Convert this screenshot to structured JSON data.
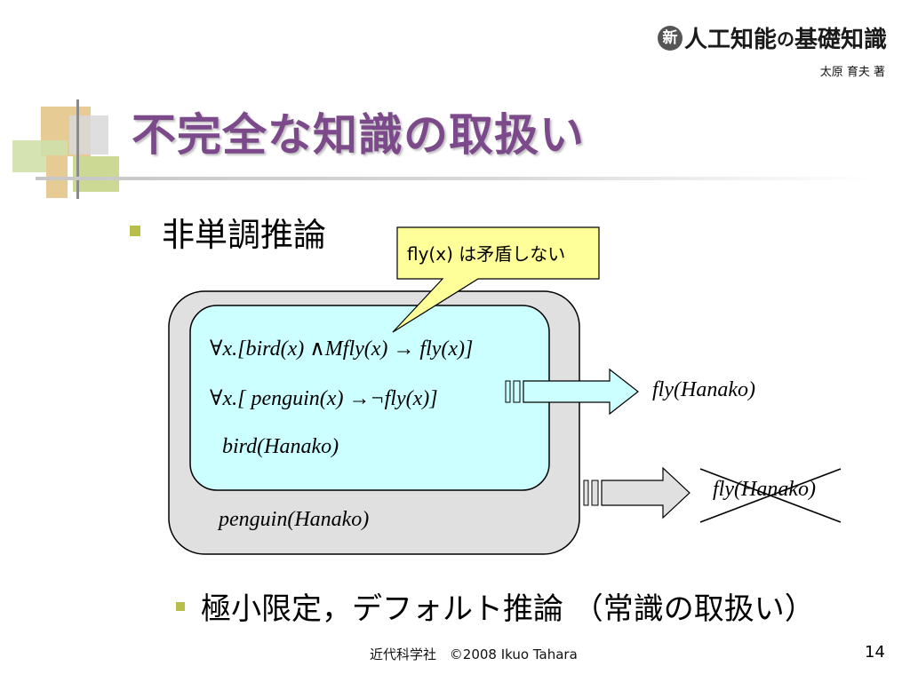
{
  "header": {
    "brand_badge": "新",
    "brand_main": "人工知能",
    "brand_no": "の",
    "brand_tail": "基礎知識",
    "author": "太原 育夫 著"
  },
  "slide": {
    "title": "不完全な知識の取扱い",
    "bullet1": "非単調推論",
    "bullet2": "極小限定，デフォルト推論 （常識の取扱い）",
    "callout": "fly(x) は矛盾しない",
    "box": {
      "line1": "∀x.[bird(x) ∧Mfly(x) → fly(x)]",
      "line2": "∀x.[ penguin(x) →¬fly(x)]",
      "line3": "bird(Hanako)",
      "outer_line": "penguin(Hanako)"
    },
    "result_true": "fly(Hanako)",
    "result_false": "fly(Hanako)",
    "colors": {
      "title": "#7c4a8a",
      "bullet": "#b8be4a",
      "inner_box": "#ccffff",
      "outer_box": "#e0e0e0",
      "callout": "#ffff99"
    }
  },
  "footer": {
    "publisher": "近代科学社",
    "copyright": "©2008 Ikuo Tahara",
    "page": "14"
  }
}
